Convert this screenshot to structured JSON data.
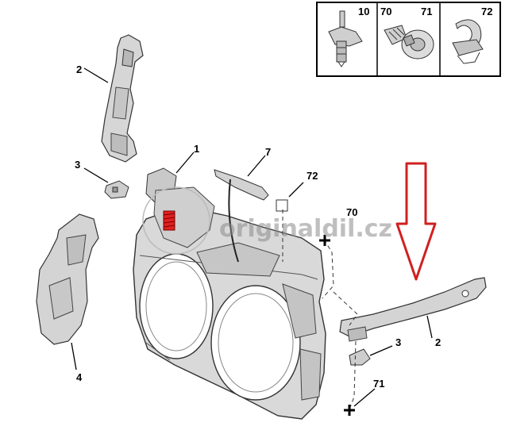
{
  "parts_box": {
    "headers": [
      "10",
      "70",
      "71",
      "72"
    ]
  },
  "callouts": {
    "c1": "1",
    "c2_top": "2",
    "c2_right": "2",
    "c3_left": "3",
    "c3_right": "3",
    "c4": "4",
    "c7": "7",
    "c70": "70",
    "c71": "71",
    "c72": "72"
  },
  "watermark": "originaldil.cz",
  "colors": {
    "arrow": "#d02020",
    "spring": "#e02020",
    "line": "#222222",
    "part_fill": "#d8d8d8",
    "part_dark": "#9a9a9a"
  }
}
